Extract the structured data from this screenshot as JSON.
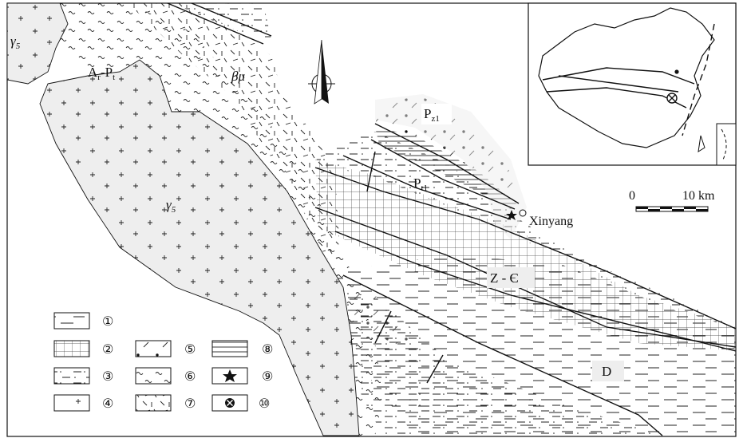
{
  "colors": {
    "line": "#111111",
    "fill_light": "#eeeeee",
    "fill_white": "#ffffff",
    "paper": "#ffffff"
  },
  "units": {
    "gamma5_top": "γ",
    "gamma5_top_sub": "5",
    "gamma5_main": "γ",
    "gamma5_main_sub": "5",
    "ar_pt": "A",
    "ar_pt_sub1": "r",
    "ar_pt_mid": "-P",
    "ar_pt_sub2": "t",
    "beta_mu": "βμ",
    "pz1": "P",
    "pz1_sub": "z1",
    "pt1": "P",
    "pt1_sub": "t1",
    "z_e": "Z - Є",
    "d": "D"
  },
  "place": {
    "name": "Xinyang"
  },
  "scale_bar": {
    "start": "0",
    "end": "10 km"
  },
  "legend": [
    {
      "num": "①",
      "pattern": "dash"
    },
    {
      "num": "②",
      "pattern": "grid"
    },
    {
      "num": "③",
      "pattern": "dashdot"
    },
    {
      "num": "④",
      "pattern": "plus"
    },
    {
      "num": "⑤",
      "pattern": "dots"
    },
    {
      "num": "⑥",
      "pattern": "wave"
    },
    {
      "num": "⑦",
      "pattern": "ticks"
    },
    {
      "num": "⑧",
      "pattern": "hlines"
    },
    {
      "num": "⑨",
      "pattern": "star"
    },
    {
      "num": "⑩",
      "pattern": "circlex"
    }
  ],
  "icons": {
    "north": "north-arrow-icon",
    "star": "star-icon",
    "location": "circle-x-icon",
    "town": "open-circle-icon"
  }
}
